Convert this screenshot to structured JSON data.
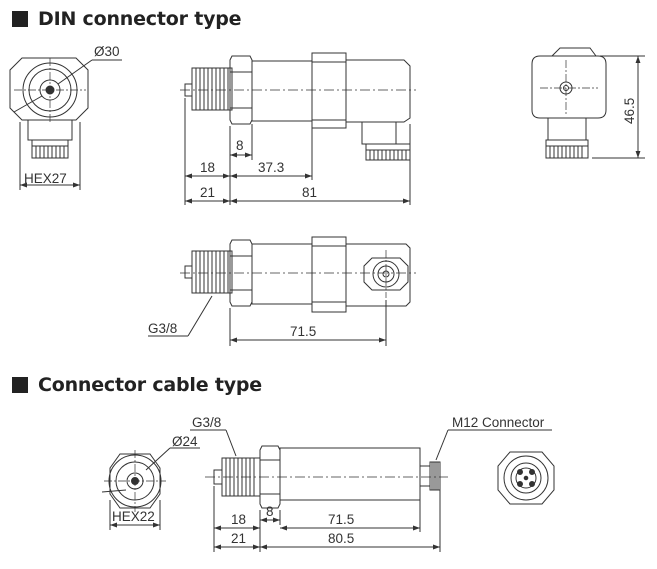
{
  "sections": {
    "din": {
      "title": "DIN connector type"
    },
    "cable": {
      "title": "Connector cable type"
    }
  },
  "din": {
    "dia": "Ø30",
    "hex": "HEX27",
    "d8": "8",
    "d18": "18",
    "d37": "37.3",
    "d21": "21",
    "d81": "81",
    "d465": "46.5",
    "thread": "G3/8",
    "d715": "71.5"
  },
  "cable": {
    "dia": "Ø24",
    "hex": "HEX22",
    "thread": "G3/8",
    "m12": "M12 Connector",
    "d18": "18",
    "d8": "8",
    "d715": "71.5",
    "d21": "21",
    "d805": "80.5"
  },
  "colors": {
    "line": "#333333",
    "heading_square": "#222222"
  }
}
